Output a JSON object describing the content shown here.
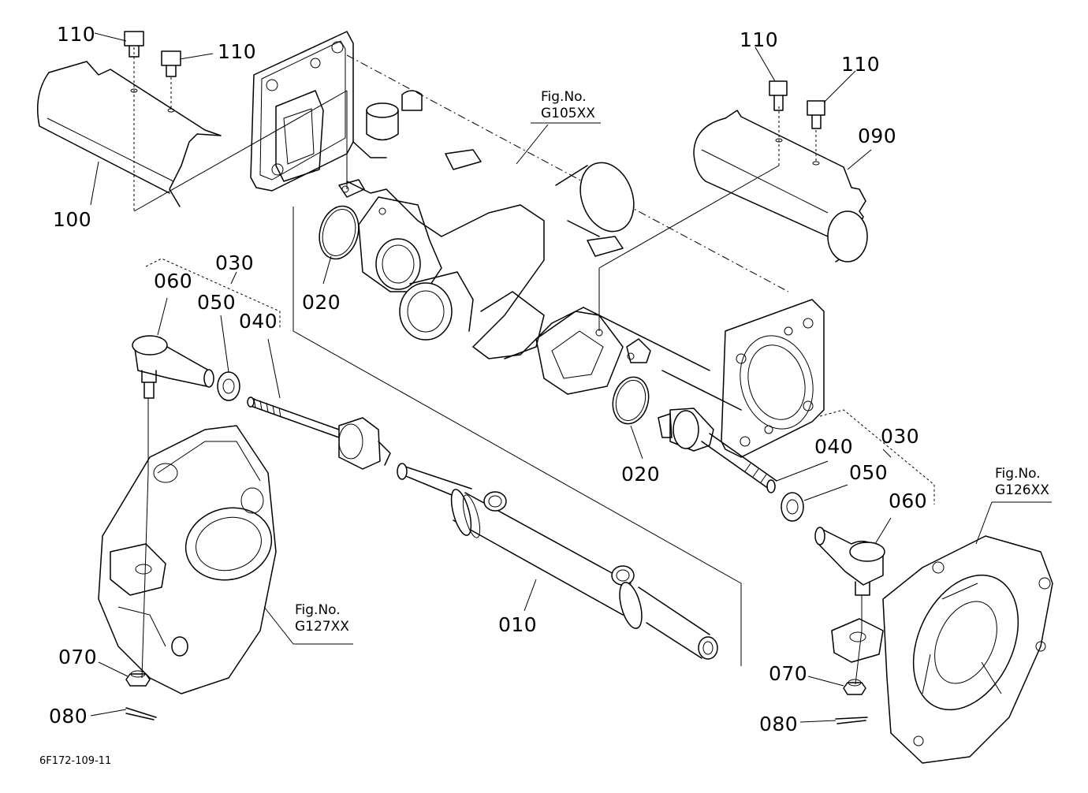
{
  "parts": {
    "p010": "010",
    "p020a": "020",
    "p020b": "020",
    "p030a": "030",
    "p030b": "030",
    "p040a": "040",
    "p040b": "040",
    "p050a": "050",
    "p050b": "050",
    "p060a": "060",
    "p060b": "060",
    "p070a": "070",
    "p070b": "070",
    "p080a": "080",
    "p080b": "080",
    "p090": "090",
    "p100": "100",
    "p110a": "110",
    "p110b": "110",
    "p110c": "110",
    "p110d": "110"
  },
  "figrefs": {
    "fig_label": "Fig.No.",
    "g105": "G105XX",
    "g127": "G127XX",
    "g126": "G126XX"
  },
  "drawing_code": "6F172-109-11"
}
